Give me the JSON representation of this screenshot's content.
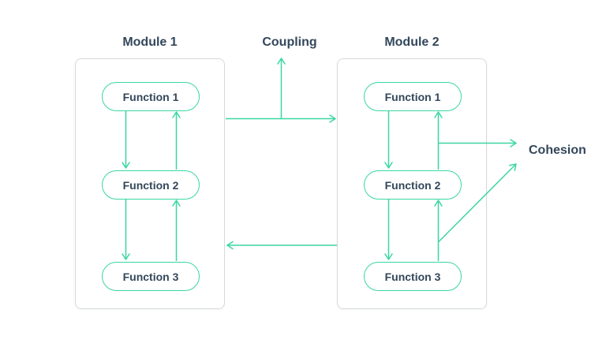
{
  "diagram": {
    "modules": [
      {
        "title": "Module 1",
        "functions": [
          "Function 1",
          "Function 2",
          "Function 3"
        ]
      },
      {
        "title": "Module 2",
        "functions": [
          "Function 1",
          "Function 2",
          "Function 3"
        ]
      }
    ],
    "labels": {
      "coupling": "Coupling",
      "cohesion": "Cohesion"
    },
    "edges": [
      {
        "from": "module1.function1",
        "to": "module1.function2",
        "direction": "down"
      },
      {
        "from": "module1.function2",
        "to": "module1.function1",
        "direction": "up"
      },
      {
        "from": "module1.function2",
        "to": "module1.function3",
        "direction": "down"
      },
      {
        "from": "module1.function3",
        "to": "module1.function2",
        "direction": "up"
      },
      {
        "from": "module2.function1",
        "to": "module2.function2",
        "direction": "down"
      },
      {
        "from": "module2.function2",
        "to": "module2.function1",
        "direction": "up"
      },
      {
        "from": "module2.function2",
        "to": "module2.function3",
        "direction": "down"
      },
      {
        "from": "module2.function3",
        "to": "module2.function2",
        "direction": "up"
      },
      {
        "from": "module1",
        "to": "module2",
        "label": "Coupling",
        "direction": "right"
      },
      {
        "from": "module2",
        "to": "module1",
        "direction": "left"
      },
      {
        "from": "module2.internal-line-upper",
        "to": "cohesion-label",
        "direction": "right"
      },
      {
        "from": "module2.internal-line-lower",
        "to": "cohesion-label",
        "direction": "up-right"
      }
    ],
    "colors": {
      "accent": "#3ad6a3",
      "text": "#33475b",
      "box_border": "#d6d9dc",
      "bg": "#ffffff"
    },
    "icons": {
      "arrowhead": "open-chevron-arrowhead"
    }
  }
}
